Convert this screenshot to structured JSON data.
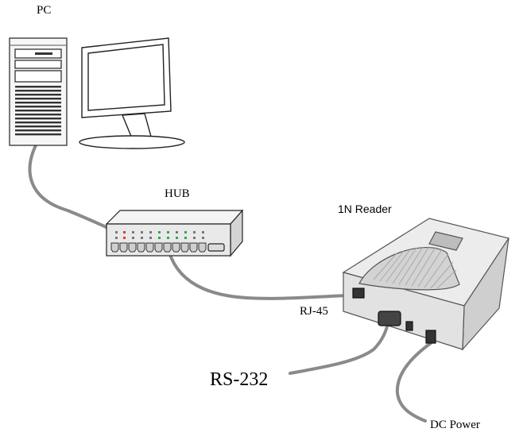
{
  "labels": {
    "pc": "PC",
    "hub": "HUB",
    "reader": "1N Reader",
    "rj45": "RJ-45",
    "rs232": "RS-232",
    "dc_power": "DC Power"
  },
  "colors": {
    "cable": "#8a8a8a",
    "outline": "#222222",
    "reader_body": "#e7e7e7",
    "hub_body": "#eeeeee",
    "led_red": "#e23a3a",
    "led_green": "#2fa84f"
  }
}
